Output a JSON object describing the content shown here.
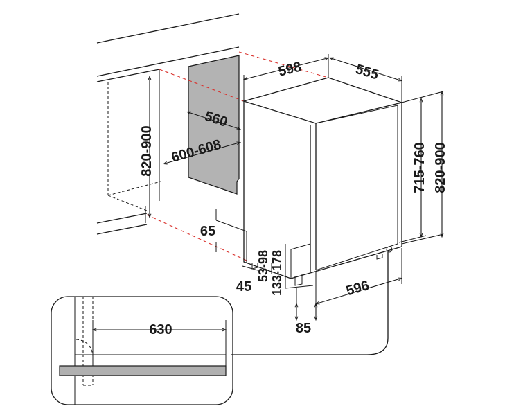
{
  "dimensions": {
    "cavity_height": "820-900",
    "cavity_width": "600-608",
    "cavity_depth": "560",
    "appliance_width": "598",
    "appliance_depth": "555",
    "door_height": "715-760",
    "appliance_height": "820-900",
    "plinth_height": "65",
    "plinth_offset": "45",
    "foot_range_front": "53-98",
    "foot_range_rear": "133-178",
    "base_width": "596",
    "base_offset": "85",
    "door_swing_clearance": "630"
  },
  "colors": {
    "line": "#1a1a1a",
    "guide": "#d9322d",
    "panel": "#b3b3b3",
    "worktop": "#b0b0b0"
  }
}
